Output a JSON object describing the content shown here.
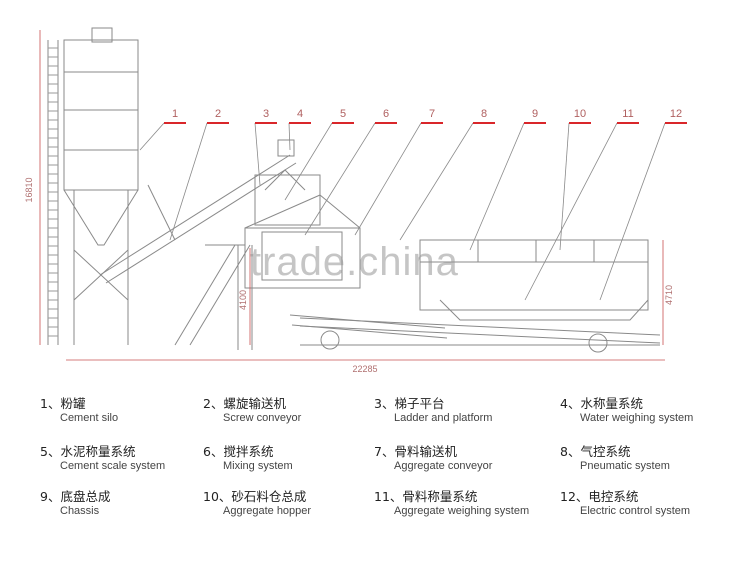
{
  "colors": {
    "lines": "#8a8a8a",
    "callout_marks": "#d9262a",
    "dimension_lines": "#c85050",
    "watermark": "#a0a0a0"
  },
  "callouts": [
    "1",
    "2",
    "3",
    "4",
    "5",
    "6",
    "7",
    "8",
    "9",
    "10",
    "11",
    "12"
  ],
  "dimensions": {
    "overall_length": "22285",
    "overall_height": "16810",
    "mixer_height": "4100",
    "hopper_height": "4710"
  },
  "watermark": "trade.china",
  "legend": [
    {
      "zh": "1、粉罐",
      "en": "Cement silo"
    },
    {
      "zh": "2、螺旋输送机",
      "en": "Screw conveyor"
    },
    {
      "zh": "3、梯子平台",
      "en": "Ladder and platform"
    },
    {
      "zh": "4、水称量系统",
      "en": "Water weighing system"
    },
    {
      "zh": "5、水泥称量系统",
      "en": "Cement scale system"
    },
    {
      "zh": "6、搅拌系统",
      "en": "Mixing system"
    },
    {
      "zh": "7、骨料输送机",
      "en": "Aggregate conveyor"
    },
    {
      "zh": "8、气控系统",
      "en": "Pneumatic system"
    },
    {
      "zh": "9、底盘总成",
      "en": "Chassis"
    },
    {
      "zh": "10、砂石料仓总成",
      "en": "Aggregate hopper"
    },
    {
      "zh": "11、骨料称量系统",
      "en": "Aggregate weighing system"
    },
    {
      "zh": "12、电控系统",
      "en": "Electric control system"
    }
  ]
}
